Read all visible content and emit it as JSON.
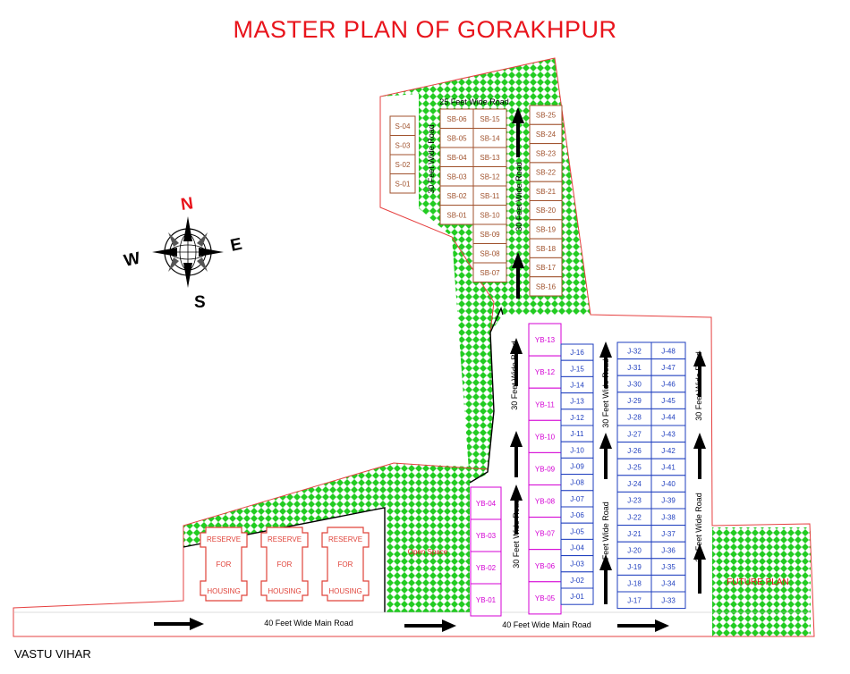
{
  "title": "MASTER PLAN OF GORAKHPUR",
  "footer_label": "VASTU VIHAR",
  "colors": {
    "title": "#e8141c",
    "s_block": "#a0522d",
    "sb_block": "#a0522d",
    "yb_block": "#d400d4",
    "j_block": "#1f3fbf",
    "reserve": "#e0433a",
    "green": "#22cc22",
    "boundary": "#e64040"
  },
  "compass": {
    "north": "N",
    "south": "S",
    "east": "E",
    "west": "W"
  },
  "roads": {
    "r25": "25 Feet Wide Road",
    "r30": "30 Feet Wide Road",
    "main40": "40 Feet Wide Main Road"
  },
  "areas": {
    "open_space": "Open Space",
    "future_plan": "FUTURE PLAN",
    "reserve_lines": [
      "RESERVE",
      "FOR",
      "HOUSING"
    ]
  },
  "blocks": {
    "s": [
      "S-04",
      "S-03",
      "S-02",
      "S-01"
    ],
    "sb_left": [
      "SB-06",
      "SB-05",
      "SB-04",
      "SB-03",
      "SB-02",
      "SB-01"
    ],
    "sb_mid": [
      "SB-15",
      "SB-14",
      "SB-13",
      "SB-12",
      "SB-11",
      "SB-10",
      "SB-09",
      "SB-08",
      "SB-07"
    ],
    "sb_right": [
      "SB-25",
      "SB-24",
      "SB-23",
      "SB-22",
      "SB-21",
      "SB-20",
      "SB-19",
      "SB-18",
      "SB-17",
      "SB-16"
    ],
    "yb_left": [
      "YB-04",
      "YB-03",
      "YB-02",
      "YB-01"
    ],
    "yb_right": [
      "YB-13",
      "YB-12",
      "YB-11",
      "YB-10",
      "YB-09",
      "YB-08",
      "YB-07",
      "YB-06",
      "YB-05"
    ],
    "j_a": [
      "J-16",
      "J-15",
      "J-14",
      "J-13",
      "J-12",
      "J-11",
      "J-10",
      "J-09",
      "J-08",
      "J-07",
      "J-06",
      "J-05",
      "J-04",
      "J-03",
      "J-02",
      "J-01"
    ],
    "j_b": [
      "J-32",
      "J-31",
      "J-30",
      "J-29",
      "J-28",
      "J-27",
      "J-26",
      "J-25",
      "J-24",
      "J-23",
      "J-22",
      "J-21",
      "J-20",
      "J-19",
      "J-18",
      "J-17"
    ],
    "j_c": [
      "J-48",
      "J-47",
      "J-46",
      "J-45",
      "J-44",
      "J-43",
      "J-42",
      "J-41",
      "J-40",
      "J-39",
      "J-38",
      "J-37",
      "J-36",
      "J-35",
      "J-34",
      "J-33"
    ]
  }
}
